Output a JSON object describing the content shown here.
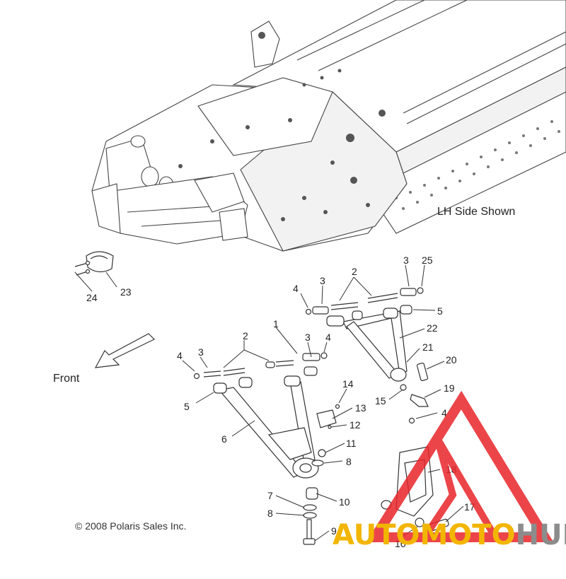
{
  "diagram": {
    "view_label": "LH Side Shown",
    "direction_label": "Front",
    "copyright": "© 2008 Polaris Sales Inc.",
    "callouts": {
      "c1": "1",
      "c2a": "2",
      "c2b": "2",
      "c3a": "3",
      "c3b": "3",
      "c3c": "3",
      "c3d": "3",
      "c4a": "4",
      "c4b": "4",
      "c4c": "4",
      "c4d": "4",
      "c5a": "5",
      "c5b": "5",
      "c6": "6",
      "c7": "7",
      "c8a": "8",
      "c8b": "8",
      "c9": "9",
      "c10": "10",
      "c11": "11",
      "c12": "12",
      "c13": "13",
      "c14": "14",
      "c15": "15",
      "c16": "16",
      "c17": "17",
      "c18": "18",
      "c19": "19",
      "c20": "20",
      "c21": "21",
      "c22": "22",
      "c23": "23",
      "c24": "24",
      "c25": "25"
    }
  },
  "watermark": {
    "text_a": "AUTO",
    "text_b": "MOTO",
    "text_c": "HUB",
    "color_red": "#e8252a",
    "color_gold": "#f2b600",
    "color_gray": "#8c8c8c"
  }
}
